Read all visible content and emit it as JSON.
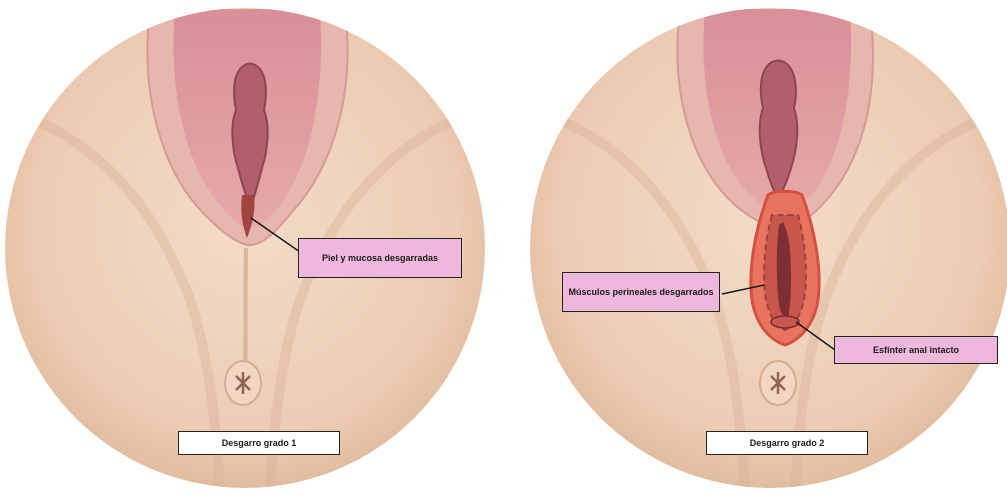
{
  "panels": [
    {
      "caption": "Desgarro grado 1",
      "labels": {
        "tear": "Piel y mucosa desgarradas"
      }
    },
    {
      "caption": "Desgarro grado 2",
      "labels": {
        "muscles": "Músculos perineales desgarrados",
        "sphincter": "Esfínter anal intacto"
      }
    }
  ],
  "colors": {
    "skin": "#efd2bc",
    "skin_shadow": "#d9b49a",
    "mucosa": "#cf7a86",
    "mucosa_dark": "#a95060",
    "tear": "#e8604e",
    "label_pink": "#eeb8dc"
  }
}
